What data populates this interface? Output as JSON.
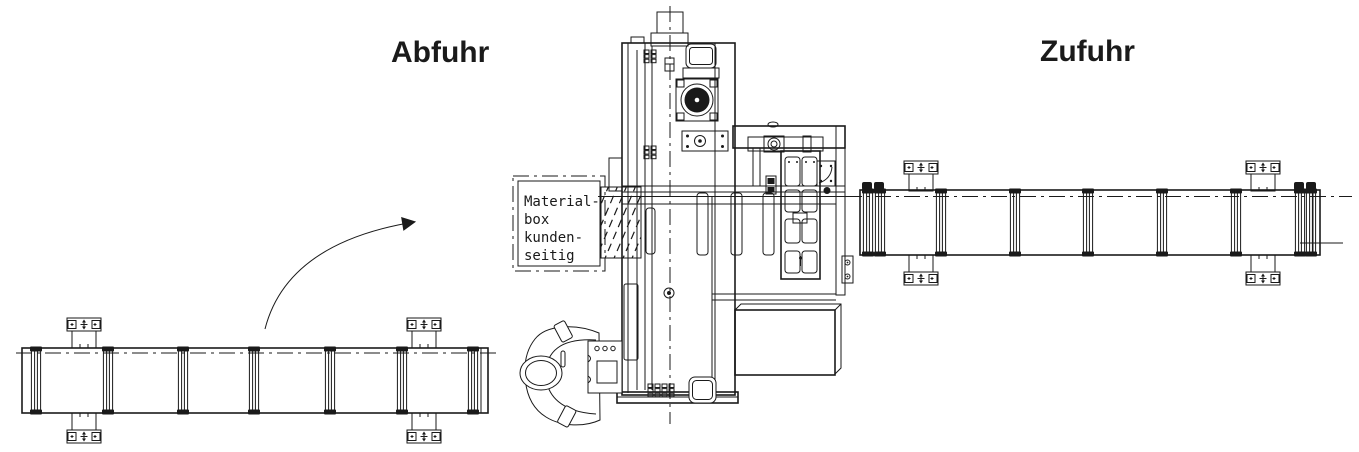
{
  "diagram": {
    "type": "technical-drawing-top-view",
    "labels": {
      "outfeed": "Abfuhr",
      "infeed": "Zufuhr"
    },
    "material_box": {
      "lines": [
        "Material-",
        "box",
        "kunden-",
        "seitig"
      ]
    },
    "colors": {
      "line": "#1a1a1a",
      "background": "#ffffff"
    }
  }
}
